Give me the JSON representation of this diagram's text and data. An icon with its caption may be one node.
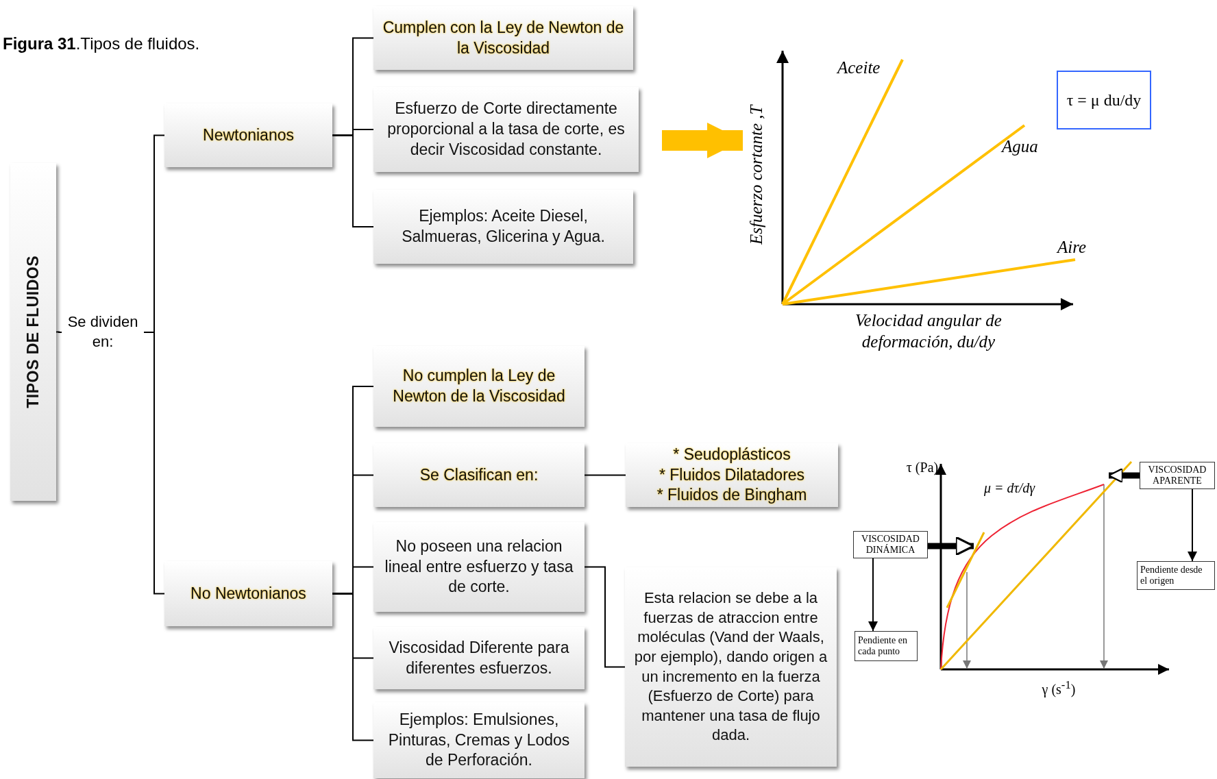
{
  "diagram": {
    "title": "**Figura 31**.Tipos de fluidos.",
    "nodes": [
      {
        "text": [
          "TIPOS DE FLUIDOS"
        ]
      },
      {
        "text": [
          "Se dividen en:"
        ]
      },
      {
        "text": [
          "Newtonianos"
        ]
      },
      {
        "text": [
          "Cumplen con la Ley de Newton de la Viscosidad"
        ]
      },
      {
        "text": [
          "Esfuerzo de Corte directamente proporcional a la tasa de corte, es decir Viscosidad constante."
        ]
      },
      {
        "text": [
          "Ejemplos: Aceite Diesel, Salmueras, Glicerina y Agua."
        ]
      },
      {
        "text": [
          "No Newtonianos"
        ]
      },
      {
        "text": [
          "No cumplen la Ley de Newton de la Viscosidad"
        ]
      },
      {
        "text": [
          "Se Clasifican en:"
        ]
      },
      {
        "text": [
          "* Seudoplásticos",
          "* Fluidos Dilatadores",
          "* Fluidos de Bingham"
        ]
      },
      {
        "text": [
          "No poseen una relacion lineal entre esfuerzo y tasa de corte."
        ]
      },
      {
        "text": [
          "Esta relacion se debe a la fuerzas de atraccion entre moléculas (Vand der Waals, por ejemplo), dando origen a un incremento en la fuerza (Esfuerzo de Corte) para mantener una tasa de flujo dada."
        ]
      },
      {
        "text": [
          "Viscosidad Diferente para diferentes esfuerzos."
        ]
      },
      {
        "text": [
          "Ejemplos: Emulsiones, Pinturas, Cremas y Lodos de Perforación."
        ]
      },
      {
        "text": [],
        "shape": "picture"
      },
      {
        "text": [
          "τ = μ du/dy"
        ]
      },
      {
        "text": [
          "VISCOSIDAD DINÁMICA"
        ]
      },
      {
        "text": [
          "Pendiente en cada punto"
        ]
      },
      {
        "text": [
          "VISCOSIDAD APARENTE"
        ]
      },
      {
        "text": [
          "Pendiente desde el origen"
        ]
      }
    ],
    "edges": [
      {
        "from": 0,
        "to": 1,
        "arrow": "none"
      },
      {
        "from": 1,
        "to": 2,
        "arrow": "none"
      },
      {
        "from": 1,
        "to": 6,
        "arrow": "none"
      },
      {
        "from": 2,
        "to": 3,
        "arrow": "none"
      },
      {
        "from": 2,
        "to": 4,
        "arrow": "none"
      },
      {
        "from": 2,
        "to": 5,
        "arrow": "none"
      },
      {
        "from": 6,
        "to": 7,
        "arrow": "none"
      },
      {
        "from": 6,
        "to": 8,
        "arrow": "none"
      },
      {
        "from": 6,
        "to": 10,
        "arrow": "none"
      },
      {
        "from": 6,
        "to": 12,
        "arrow": "none"
      },
      {
        "from": 6,
        "to": 13,
        "arrow": "none"
      },
      {
        "from": 8,
        "to": 9,
        "arrow": "none"
      },
      {
        "from": 10,
        "to": 11,
        "arrow": "none"
      },
      {
        "from": null,
        "to": 14,
        "arrow": "to",
        "style": "thick",
        "color": "#ffc000"
      },
      {
        "from": 16,
        "to": 17,
        "arrow": "to"
      },
      {
        "from": 16,
        "to": null,
        "arrow": "to",
        "style": "thick"
      },
      {
        "from": 18,
        "to": 19,
        "arrow": "to"
      },
      {
        "from": 18,
        "to": null,
        "arrow": "to",
        "style": "thick"
      }
    ],
    "labels": [
      "Aceite",
      "Agua",
      "Aire",
      "Esfuerzo cortante ,T",
      "Velocidad angular de deformación, du/dy",
      "τ (Pa)",
      "μ = dτ/dγ",
      "γ (s$^{-1}$)"
    ]
  }
}
